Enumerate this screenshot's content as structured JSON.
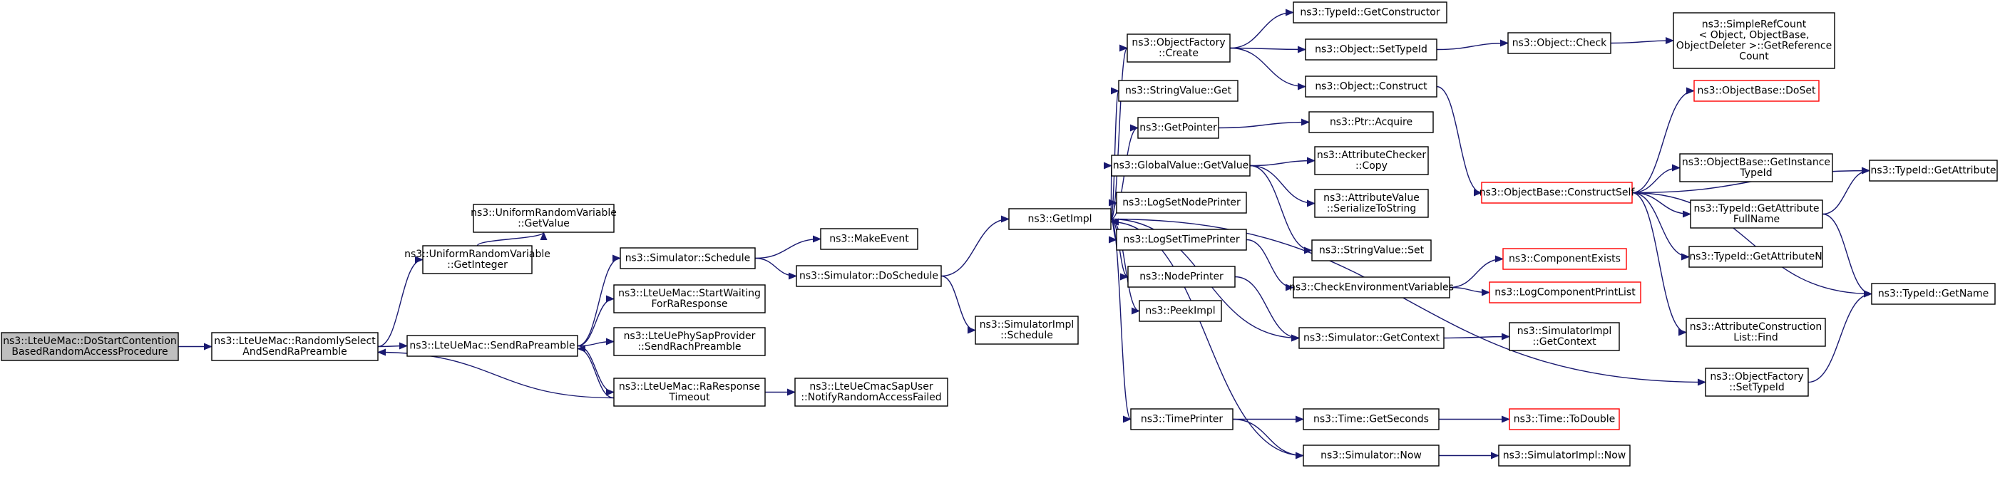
{
  "colors": {
    "edge": "#191970",
    "root_fill": "#bfbfbf",
    "node_border": "#000000",
    "truncated_border": "#ff0000"
  },
  "nodes": [
    {
      "id": "root",
      "lines": [
        "ns3::LteUeMac::DoStartContention",
        "BasedRandomAccessProcedure"
      ],
      "style": "root"
    },
    {
      "id": "rsel",
      "lines": [
        "ns3::LteUeMac::RandomlySelect",
        "AndSendRaPreamble"
      ]
    },
    {
      "id": "urv_int",
      "lines": [
        "ns3::UniformRandomVariable",
        "::GetInteger"
      ]
    },
    {
      "id": "urv_val",
      "lines": [
        "ns3::UniformRandomVariable",
        "::GetValue"
      ]
    },
    {
      "id": "sendra",
      "lines": [
        "ns3::LteUeMac::SendRaPreamble"
      ]
    },
    {
      "id": "sim_sched",
      "lines": [
        "ns3::Simulator::Schedule"
      ]
    },
    {
      "id": "startwait",
      "lines": [
        "ns3::LteUeMac::StartWaiting",
        "ForRaResponse"
      ]
    },
    {
      "id": "physap",
      "lines": [
        "ns3::LteUePhySapProvider",
        "::SendRachPreamble"
      ]
    },
    {
      "id": "ratimeout",
      "lines": [
        "ns3::LteUeMac::RaResponse",
        "Timeout"
      ]
    },
    {
      "id": "makeevent",
      "lines": [
        "ns3::MakeEvent"
      ]
    },
    {
      "id": "dosched",
      "lines": [
        "ns3::Simulator::DoSchedule"
      ]
    },
    {
      "id": "notify",
      "lines": [
        "ns3::LteUeCmacSapUser",
        "::NotifyRandomAccessFailed"
      ]
    },
    {
      "id": "getimpl",
      "lines": [
        "ns3::GetImpl"
      ]
    },
    {
      "id": "simimpl_sched",
      "lines": [
        "ns3::SimulatorImpl",
        "::Schedule"
      ]
    },
    {
      "id": "objfac_create",
      "lines": [
        "ns3::ObjectFactory",
        "::Create"
      ]
    },
    {
      "id": "strval_get",
      "lines": [
        "ns3::StringValue::Get"
      ]
    },
    {
      "id": "getpointer",
      "lines": [
        "ns3::GetPointer"
      ]
    },
    {
      "id": "gv_getvalue",
      "lines": [
        "ns3::GlobalValue::GetValue"
      ]
    },
    {
      "id": "logsetnode",
      "lines": [
        "ns3::LogSetNodePrinter"
      ]
    },
    {
      "id": "logsettime",
      "lines": [
        "ns3::LogSetTimePrinter"
      ]
    },
    {
      "id": "nodeprinter",
      "lines": [
        "ns3::NodePrinter"
      ]
    },
    {
      "id": "peekimpl",
      "lines": [
        "ns3::PeekImpl"
      ]
    },
    {
      "id": "timeprinter",
      "lines": [
        "ns3::TimePrinter"
      ]
    },
    {
      "id": "typeid_getctor",
      "lines": [
        "ns3::TypeId::GetConstructor"
      ]
    },
    {
      "id": "obj_settypeid",
      "lines": [
        "ns3::Object::SetTypeId"
      ]
    },
    {
      "id": "obj_construct",
      "lines": [
        "ns3::Object::Construct"
      ]
    },
    {
      "id": "ptr_acquire",
      "lines": [
        "ns3::Ptr::Acquire"
      ]
    },
    {
      "id": "attrchk_copy",
      "lines": [
        "ns3::AttributeChecker",
        "::Copy"
      ]
    },
    {
      "id": "attrval_ser",
      "lines": [
        "ns3::AttributeValue",
        "::SerializeToString"
      ]
    },
    {
      "id": "strval_set",
      "lines": [
        "ns3::StringValue::Set"
      ]
    },
    {
      "id": "checkenv",
      "lines": [
        "ns3::CheckEnvironmentVariables"
      ]
    },
    {
      "id": "sim_getctx",
      "lines": [
        "ns3::Simulator::GetContext"
      ]
    },
    {
      "id": "objfac_settypeid",
      "lines": [
        "ns3::ObjectFactory",
        "::SetTypeId"
      ]
    },
    {
      "id": "time_getsec",
      "lines": [
        "ns3::Time::GetSeconds"
      ]
    },
    {
      "id": "sim_now",
      "lines": [
        "ns3::Simulator::Now"
      ]
    },
    {
      "id": "obj_check",
      "lines": [
        "ns3::Object::Check"
      ]
    },
    {
      "id": "simplerefcount",
      "lines": [
        "ns3::SimpleRefCount",
        "< Object, ObjectBase,",
        " ObjectDeleter >::GetReference",
        "Count"
      ]
    },
    {
      "id": "objbase_constructself",
      "lines": [
        "ns3::ObjectBase::ConstructSelf"
      ],
      "style": "red"
    },
    {
      "id": "objbase_doset",
      "lines": [
        "ns3::ObjectBase::DoSet"
      ],
      "style": "red"
    },
    {
      "id": "objbase_getinst",
      "lines": [
        "ns3::ObjectBase::GetInstance",
        "TypeId"
      ]
    },
    {
      "id": "typeid_getattrfull",
      "lines": [
        "ns3::TypeId::GetAttribute",
        "FullName"
      ]
    },
    {
      "id": "typeid_getattrn",
      "lines": [
        "ns3::TypeId::GetAttributeN"
      ]
    },
    {
      "id": "attrconst_find",
      "lines": [
        "ns3::AttributeConstruction",
        "List::Find"
      ]
    },
    {
      "id": "typeid_getattr",
      "lines": [
        "ns3::TypeId::GetAttribute"
      ]
    },
    {
      "id": "typeid_getname",
      "lines": [
        "ns3::TypeId::GetName"
      ]
    },
    {
      "id": "compexists",
      "lines": [
        "ns3::ComponentExists"
      ],
      "style": "red"
    },
    {
      "id": "logcompprint",
      "lines": [
        "ns3::LogComponentPrintList"
      ],
      "style": "red"
    },
    {
      "id": "simimpl_getctx",
      "lines": [
        "ns3::SimulatorImpl",
        "::GetContext"
      ]
    },
    {
      "id": "time_todouble",
      "lines": [
        "ns3::Time::ToDouble"
      ],
      "style": "red"
    },
    {
      "id": "simimpl_now",
      "lines": [
        "ns3::SimulatorImpl::Now"
      ]
    }
  ],
  "edges": [
    [
      "root",
      "rsel"
    ],
    [
      "rsel",
      "urv_int"
    ],
    [
      "urv_int",
      "urv_val"
    ],
    [
      "rsel",
      "sendra"
    ],
    [
      "sendra",
      "sim_sched"
    ],
    [
      "sendra",
      "startwait"
    ],
    [
      "sendra",
      "physap"
    ],
    [
      "sendra",
      "ratimeout"
    ],
    [
      "ratimeout",
      "sendra"
    ],
    [
      "ratimeout",
      "rsel"
    ],
    [
      "ratimeout",
      "notify"
    ],
    [
      "sim_sched",
      "makeevent"
    ],
    [
      "sim_sched",
      "dosched"
    ],
    [
      "dosched",
      "getimpl"
    ],
    [
      "dosched",
      "simimpl_sched"
    ],
    [
      "getimpl",
      "objfac_create"
    ],
    [
      "getimpl",
      "strval_get"
    ],
    [
      "getimpl",
      "getpointer"
    ],
    [
      "getimpl",
      "gv_getvalue"
    ],
    [
      "getimpl",
      "logsetnode"
    ],
    [
      "getimpl",
      "logsettime"
    ],
    [
      "getimpl",
      "nodeprinter"
    ],
    [
      "getimpl",
      "peekimpl"
    ],
    [
      "getimpl",
      "sim_getctx"
    ],
    [
      "getimpl",
      "objfac_settypeid"
    ],
    [
      "getimpl",
      "timeprinter"
    ],
    [
      "objfac_create",
      "typeid_getctor"
    ],
    [
      "objfac_create",
      "obj_settypeid"
    ],
    [
      "objfac_create",
      "obj_construct"
    ],
    [
      "getpointer",
      "ptr_acquire"
    ],
    [
      "gv_getvalue",
      "attrchk_copy"
    ],
    [
      "gv_getvalue",
      "attrval_ser"
    ],
    [
      "gv_getvalue",
      "strval_set"
    ],
    [
      "logsettime",
      "checkenv"
    ],
    [
      "nodeprinter",
      "sim_getctx"
    ],
    [
      "timeprinter",
      "time_getsec"
    ],
    [
      "timeprinter",
      "sim_now"
    ],
    [
      "sim_now",
      "getimpl"
    ],
    [
      "obj_settypeid",
      "obj_check"
    ],
    [
      "obj_check",
      "simplerefcount"
    ],
    [
      "obj_construct",
      "objbase_constructself"
    ],
    [
      "objbase_constructself",
      "objbase_doset"
    ],
    [
      "objbase_constructself",
      "objbase_getinst"
    ],
    [
      "objbase_constructself",
      "typeid_getattr"
    ],
    [
      "objbase_constructself",
      "typeid_getattrfull"
    ],
    [
      "objbase_constructself",
      "typeid_getattrn"
    ],
    [
      "objbase_constructself",
      "typeid_getname"
    ],
    [
      "objbase_constructself",
      "attrconst_find"
    ],
    [
      "typeid_getattrfull",
      "typeid_getattr"
    ],
    [
      "typeid_getattrfull",
      "typeid_getname"
    ],
    [
      "checkenv",
      "compexists"
    ],
    [
      "checkenv",
      "logcompprint"
    ],
    [
      "sim_getctx",
      "simimpl_getctx"
    ],
    [
      "objfac_settypeid",
      "typeid_getname"
    ],
    [
      "time_getsec",
      "time_todouble"
    ],
    [
      "sim_now",
      "simimpl_now"
    ]
  ]
}
